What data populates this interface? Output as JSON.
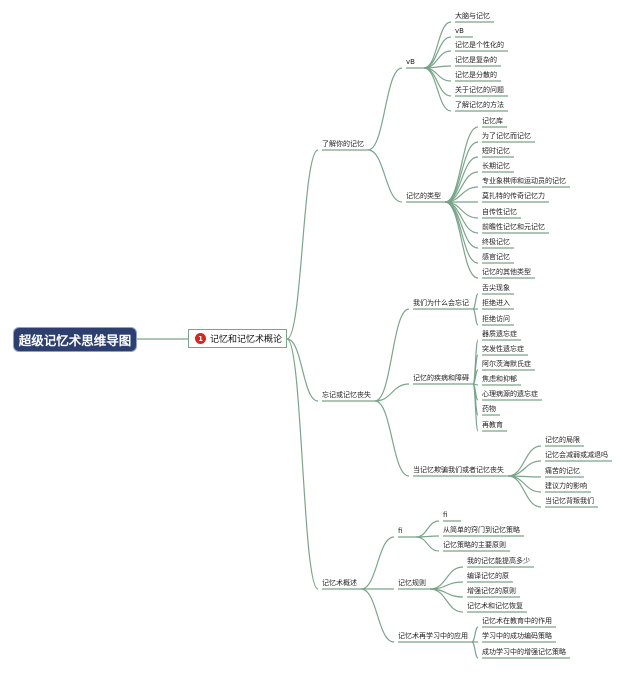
{
  "root": {
    "label": "超级记忆术思维导图"
  },
  "main": {
    "number": "1",
    "label": "记忆和记忆术概论"
  },
  "branches": [
    {
      "label": "了解你的记忆",
      "children": [
        {
          "label": "vB",
          "children": [
            "大脑与记忆",
            "vB",
            "记忆是个性化的",
            "记忆是复杂的",
            "记忆是分散的",
            "关于记忆的问题",
            "了解记忆的方法"
          ]
        },
        {
          "label": "记忆的类型",
          "children": [
            "记忆库",
            "为了记忆而记忆",
            "短时记忆",
            "长期记忆",
            "专业象棋师和运动员的记忆",
            "莫扎特的传奇记忆力",
            "自传性记忆",
            "前瞻性记忆和元记忆",
            "终极记忆",
            "感官记忆",
            "记忆的其他类型"
          ]
        }
      ]
    },
    {
      "label": "忘记或记忆丧失",
      "children": [
        {
          "label": "我们为什么会忘记",
          "children": [
            "舌尖现象",
            "拒绝进入",
            "拒绝访问"
          ]
        },
        {
          "label": "记忆的疾病和障碍",
          "children": [
            "器质遗忘症",
            "突发性遗忘症",
            "阿尔茨海默氏症",
            "焦虑和抑郁",
            "心理病源的遗忘症",
            "药物",
            "再教育"
          ]
        },
        {
          "label": "当记忆欺骗我们或者记忆丧失",
          "children": [
            "记忆的局限",
            "记忆会减弱或减退吗",
            "痛苦的记忆",
            "建议力的影响",
            "当记忆背叛我们"
          ]
        }
      ]
    },
    {
      "label": "记忆术概述",
      "children": [
        {
          "label": "fi",
          "children": [
            "fi",
            "从简单的窍门到记忆策略",
            "记忆策略的主要原则"
          ]
        },
        {
          "label": "记忆规则",
          "children": [
            "我的记忆能提高多少",
            "编译记忆的原",
            "增强记忆的原则",
            "记忆术和记忆恢复"
          ]
        },
        {
          "label": "记忆术再学习中的应用",
          "children": [
            "记忆术在教育中的作用",
            "学习中的成功编码策略",
            "成功学习中的增强记忆策略"
          ]
        }
      ]
    }
  ],
  "colors": {
    "line": "#7aa58a",
    "root_bg": "#2d3f6e",
    "badge": "#d9261c"
  }
}
